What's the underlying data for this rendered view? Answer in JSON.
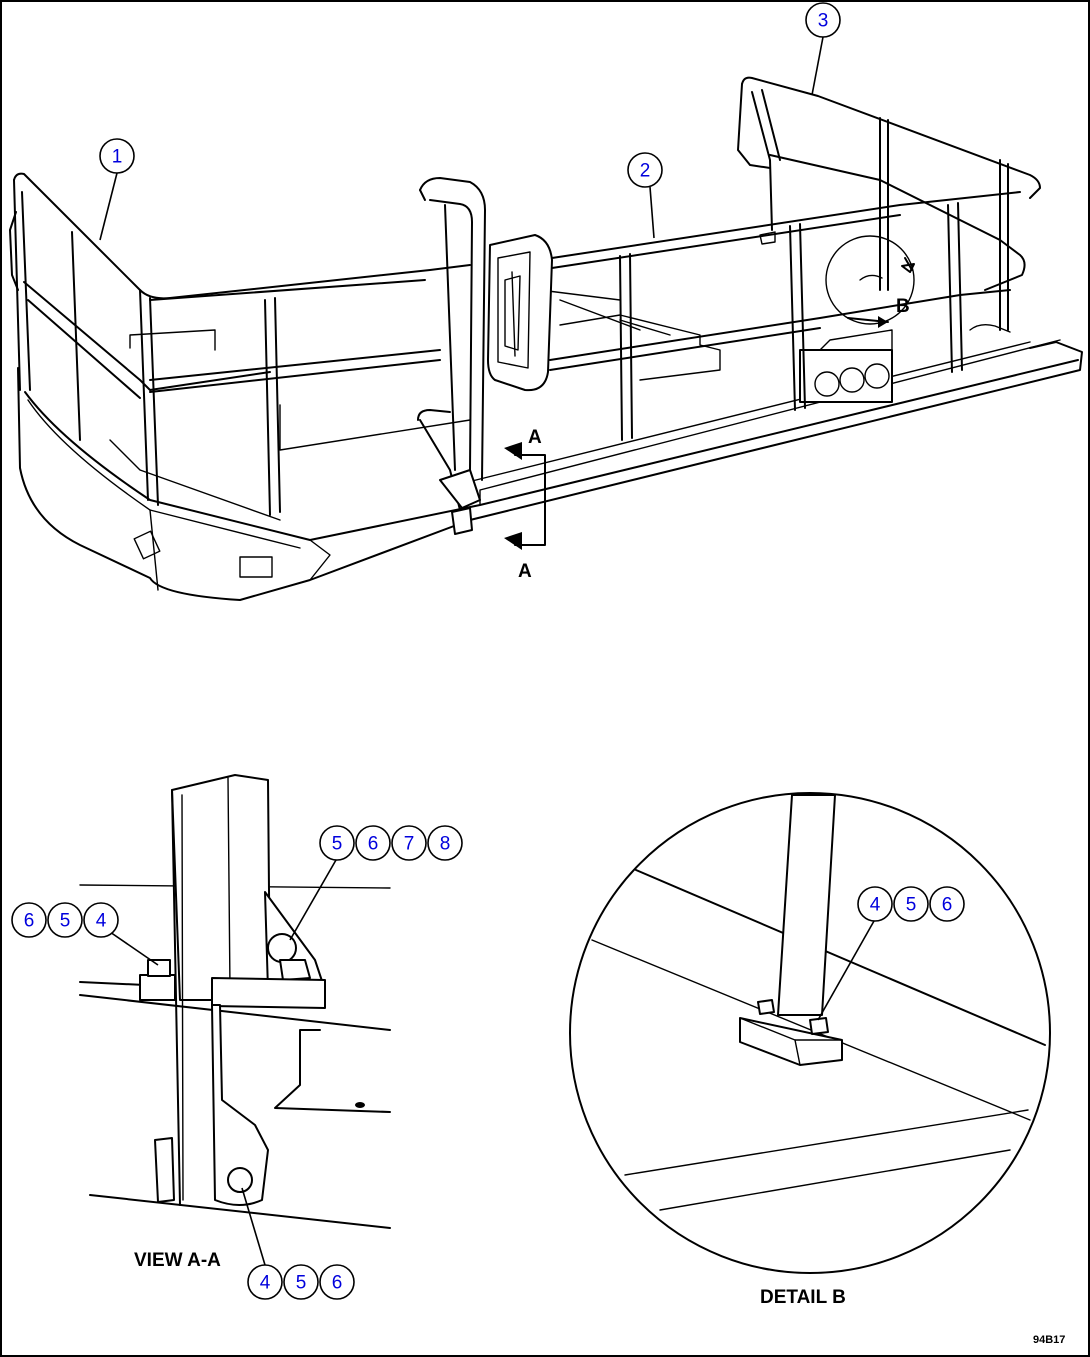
{
  "callouts": {
    "b1": "1",
    "b2": "2",
    "b3": "3",
    "aa_top": [
      "5",
      "6",
      "7",
      "8"
    ],
    "aa_left": [
      "6",
      "5",
      "4"
    ],
    "aa_bottom": [
      "4",
      "5",
      "6"
    ],
    "detail_b": [
      "4",
      "5",
      "6"
    ]
  },
  "section_marks": {
    "a_upper": "A",
    "a_lower": "A",
    "b": "B"
  },
  "view_labels": {
    "view_aa": "VIEW A-A",
    "detail_b": "DETAIL B"
  },
  "figure_code": "94B17",
  "colors": {
    "line": "#000000",
    "callout_text": "#0000dd",
    "background": "#ffffff"
  }
}
